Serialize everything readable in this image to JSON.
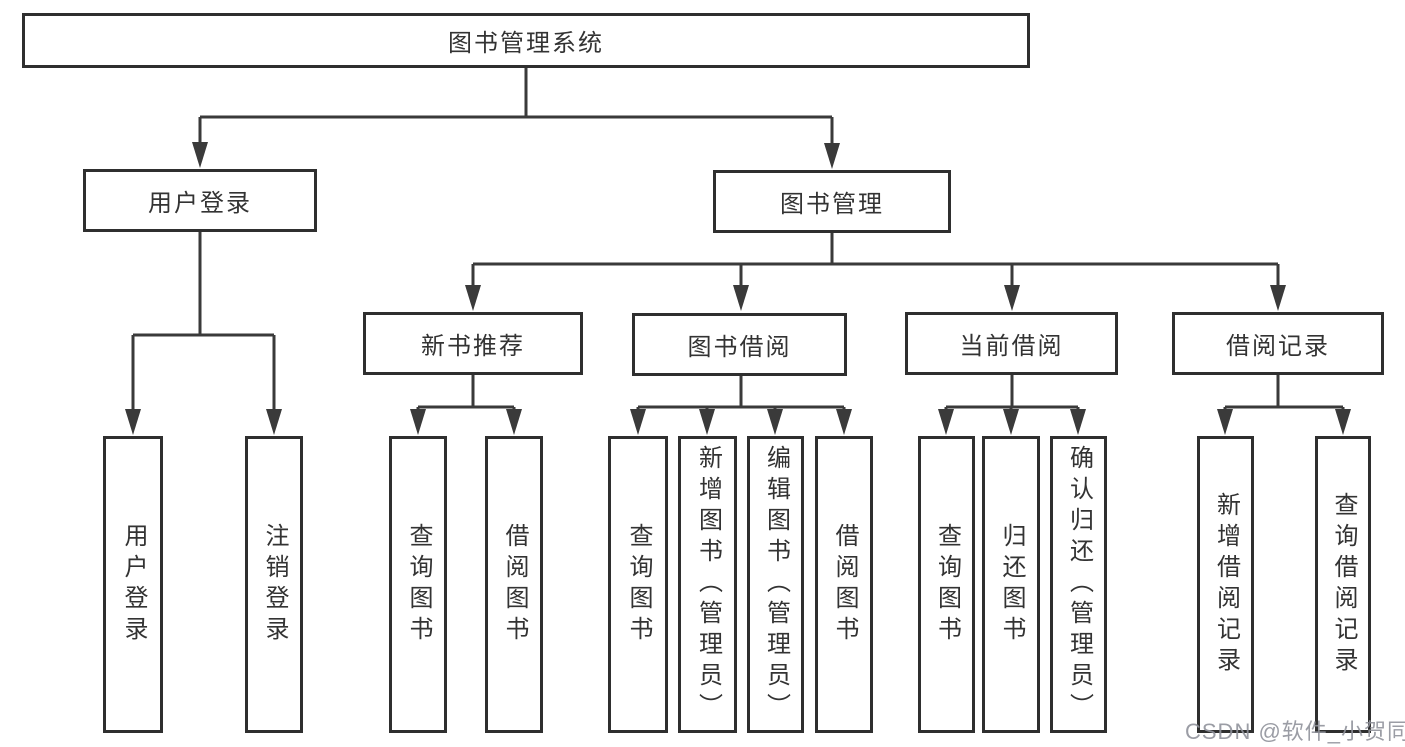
{
  "diagram": {
    "title": "图书管理系统",
    "type": "hierarchy-tree",
    "colors": {
      "line": "#3a3a3a",
      "box_border": "#2f2f2f",
      "text": "#333333",
      "background": "#ffffff",
      "watermark": "#90929b"
    },
    "nodes": {
      "root": {
        "label": "图书管理系统"
      },
      "level2": {
        "user_login": {
          "label": "用户登录"
        },
        "book_mgmt": {
          "label": "图书管理"
        }
      },
      "level3": {
        "new_book_rec": {
          "label": "新书推荐"
        },
        "book_borrow": {
          "label": "图书借阅"
        },
        "current_borrow": {
          "label": "当前借阅"
        },
        "borrow_records": {
          "label": "借阅记录"
        }
      },
      "leaves": {
        "user_login_leaf": {
          "label": "用户登录"
        },
        "logout": {
          "label": "注销登录"
        },
        "rec_query": {
          "label": "查询图书"
        },
        "rec_borrow": {
          "label": "借阅图书"
        },
        "bb_query": {
          "label": "查询图书"
        },
        "bb_add": {
          "label": "新增图书（管理员）"
        },
        "bb_edit": {
          "label": "编辑图书（管理员）"
        },
        "bb_borrow": {
          "label": "借阅图书"
        },
        "cb_query": {
          "label": "查询图书"
        },
        "cb_return": {
          "label": "归还图书"
        },
        "cb_confirm": {
          "label": "确认归还（管理员）"
        },
        "br_add": {
          "label": "新增借阅记录"
        },
        "br_query": {
          "label": "查询借阅记录"
        }
      },
      "tree": {
        "图书管理系统": {
          "用户登录": [
            "用户登录",
            "注销登录"
          ],
          "图书管理": {
            "新书推荐": [
              "查询图书",
              "借阅图书"
            ],
            "图书借阅": [
              "查询图书",
              "新增图书（管理员）",
              "编辑图书（管理员）",
              "借阅图书"
            ],
            "当前借阅": [
              "查询图书",
              "归还图书",
              "确认归还（管理员）"
            ],
            "借阅记录": [
              "新增借阅记录",
              "查询借阅记录"
            ]
          }
        }
      }
    },
    "watermark": {
      "text": "CSDN @软件_小贺同学"
    }
  }
}
